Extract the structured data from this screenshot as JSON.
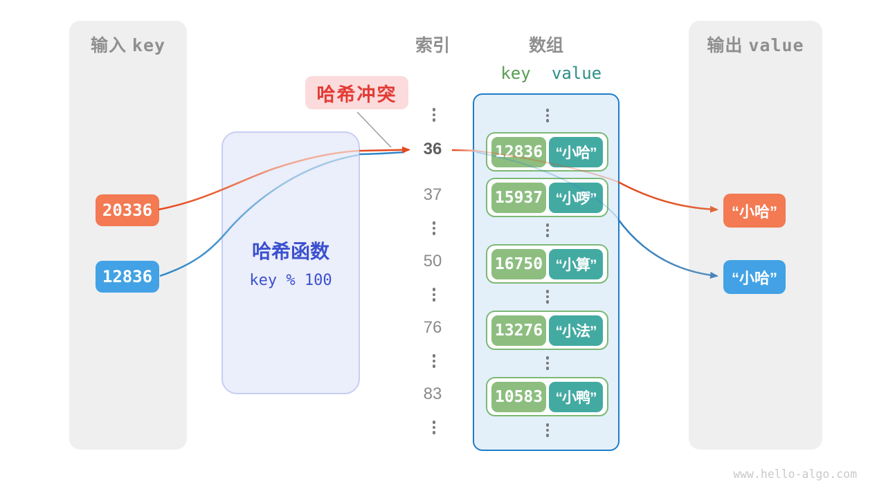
{
  "watermark": "www.hello-algo.com",
  "input_panel": {
    "title_cn": "输入",
    "title_en": "key",
    "keys": [
      "20336",
      "12836"
    ]
  },
  "hash_function": {
    "name": "哈希函数",
    "formula": "key % 100"
  },
  "collision_label": "哈希冲突",
  "index_column": {
    "title": "索引",
    "values": [
      "36",
      "37",
      "50",
      "76",
      "83"
    ],
    "highlighted_value": "36"
  },
  "array_panel": {
    "title": "数组",
    "key_header": "key",
    "value_header": "value",
    "rows": [
      {
        "key": "12836",
        "value": "“小哈”"
      },
      {
        "key": "15937",
        "value": "“小啰”"
      },
      {
        "key": "16750",
        "value": "“小算”"
      },
      {
        "key": "13276",
        "value": "“小法”"
      },
      {
        "key": "10583",
        "value": "“小鸭”"
      }
    ]
  },
  "output_panel": {
    "title_cn": "输出",
    "title_en": "value",
    "values": [
      "“小哈”",
      "“小哈”"
    ]
  },
  "colors": {
    "orange_chip": "#F37A52",
    "blue_chip": "#42A2E5",
    "orange_arrow": "#E2491D",
    "blue_arrow": "#2E86C8",
    "green_key_cell": "#8DBE80",
    "teal_value_cell": "#43AAA2",
    "bucket_border": "#7CB874",
    "array_fill": "#E3F0FA",
    "array_border": "#1F7CC7",
    "hash_box_fill": "#EBEEFB",
    "hash_text": "#3B50CE",
    "collision_bg": "#FBDBDB",
    "collision_text": "#E23B35",
    "panel_gray": "#EFEFEF",
    "title_gray": "#8F8F8F"
  }
}
